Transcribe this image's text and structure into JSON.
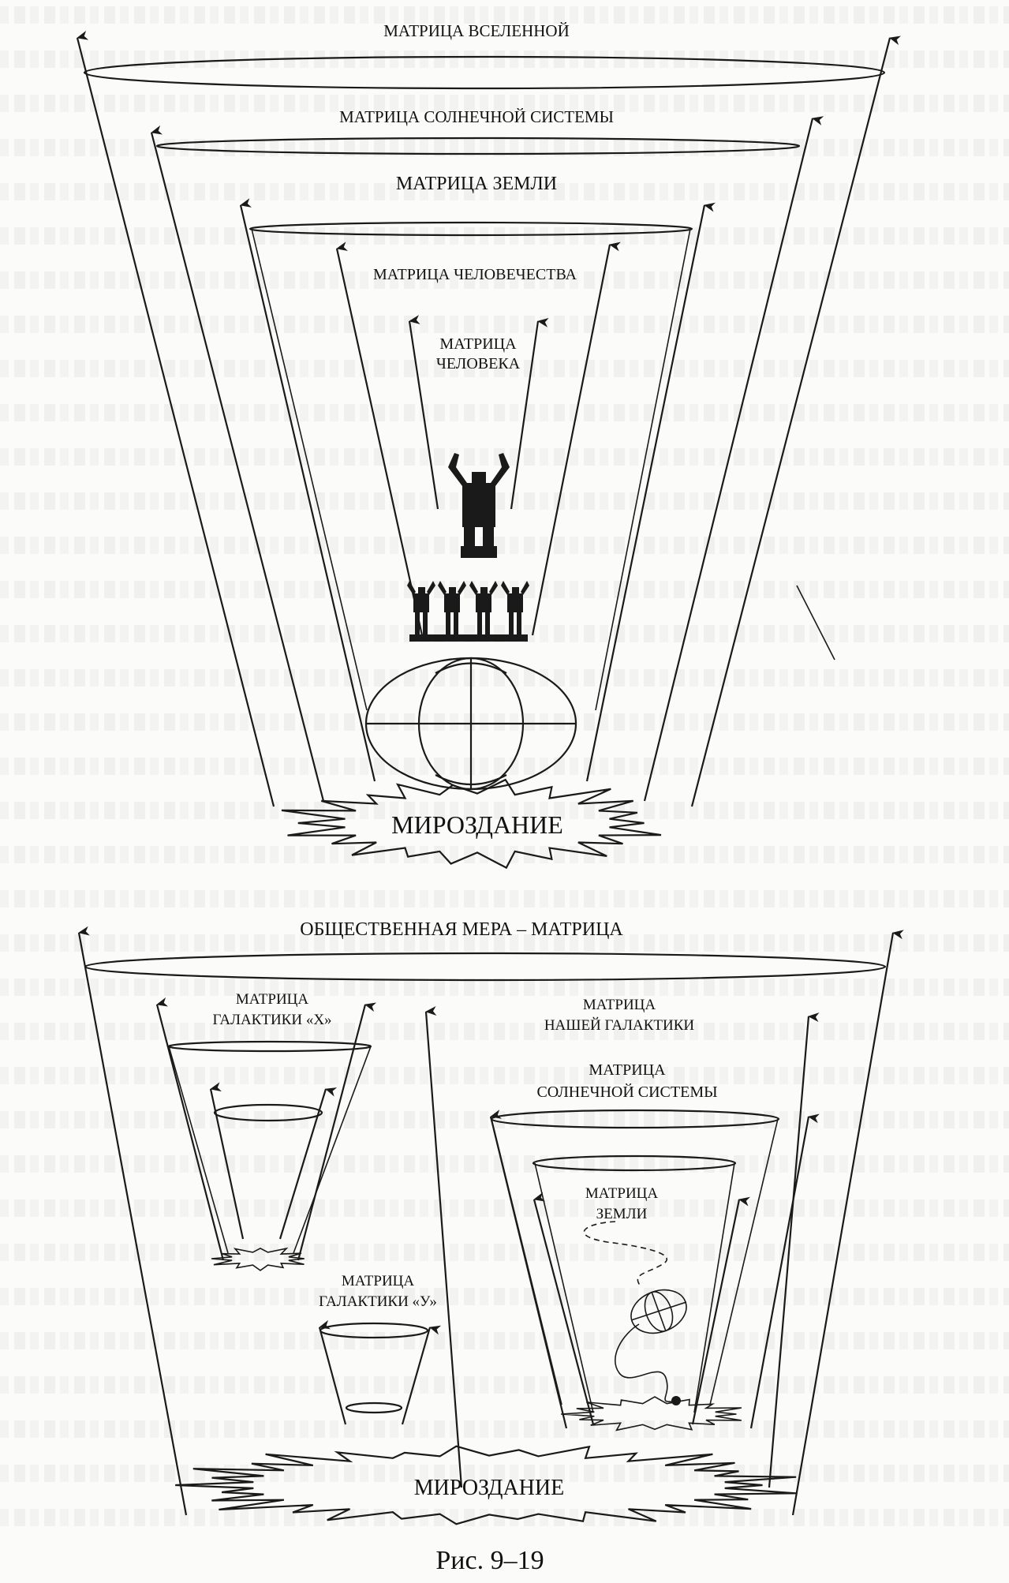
{
  "diagram_top": {
    "labels": {
      "universe": "МАТРИЦА ВСЕЛЕННОЙ",
      "solar_system": "МАТРИЦА СОЛНЕЧНОЙ СИСТЕМЫ",
      "earth": "МАТРИЦА ЗЕМЛИ",
      "humanity": "МАТРИЦА ЧЕЛОВЕЧЕСТВА",
      "human_line1": "МАТРИЦА",
      "human_line2": "ЧЕЛОВЕКА",
      "creation": "МИРОЗДАНИЕ"
    }
  },
  "diagram_bottom": {
    "labels": {
      "social_measure": "ОБЩЕСТВЕННАЯ МЕРА – МАТРИЦА",
      "galaxy_x_line1": "МАТРИЦА",
      "galaxy_x_line2": "ГАЛАКТИКИ «Х»",
      "our_galaxy_line1": "МАТРИЦА",
      "our_galaxy_line2": "НАШЕЙ ГАЛАКТИКИ",
      "solar_line1": "МАТРИЦА",
      "solar_line2": "СОЛНЕЧНОЙ СИСТЕМЫ",
      "earth_line1": "МАТРИЦА",
      "earth_line2": "ЗЕМЛИ",
      "galaxy_y_line1": "МАТРИЦА",
      "galaxy_y_line2": "ГАЛАКТИКИ «У»",
      "creation": "МИРОЗДАНИЕ"
    }
  },
  "caption": "Рис. 9–19",
  "colors": {
    "ink": "#1a1a1a",
    "paper": "#fbfbfa"
  }
}
